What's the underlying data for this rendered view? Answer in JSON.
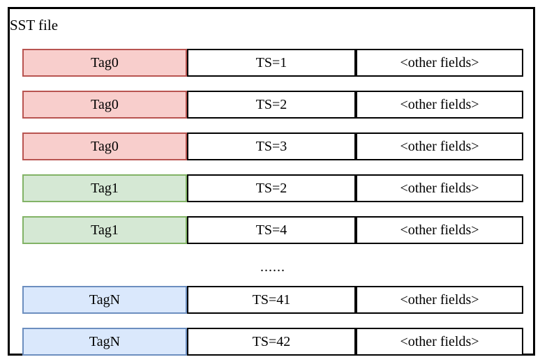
{
  "diagram": {
    "title": "SST file",
    "ellipsis": "......"
  },
  "palette": {
    "red": {
      "fill": "#f8cecc",
      "stroke": "#b85450"
    },
    "green": {
      "fill": "#d5e8d4",
      "stroke": "#82b366"
    },
    "blue": {
      "fill": "#dae8fc",
      "stroke": "#6c8ebf"
    }
  },
  "rows": [
    {
      "tag": "Tag0",
      "ts": "TS=1",
      "other": "<other fields>",
      "group": "red",
      "tag_style": "background-color:#f8cecc;border-color:#b85450"
    },
    {
      "tag": "Tag0",
      "ts": "TS=2",
      "other": "<other fields>",
      "group": "red",
      "tag_style": "background-color:#f8cecc;border-color:#b85450"
    },
    {
      "tag": "Tag0",
      "ts": "TS=3",
      "other": "<other fields>",
      "group": "red",
      "tag_style": "background-color:#f8cecc;border-color:#b85450"
    },
    {
      "tag": "Tag1",
      "ts": "TS=2",
      "other": "<other fields>",
      "group": "green",
      "tag_style": "background-color:#d5e8d4;border-color:#82b366"
    },
    {
      "tag": "Tag1",
      "ts": "TS=4",
      "other": "<other fields>",
      "group": "green",
      "tag_style": "background-color:#d5e8d4;border-color:#82b366"
    },
    {
      "tag": "TagN",
      "ts": "TS=41",
      "other": "<other fields>",
      "group": "blue",
      "tag_style": "background-color:#dae8fc;border-color:#6c8ebf"
    },
    {
      "tag": "TagN",
      "ts": "TS=42",
      "other": "<other fields>",
      "group": "blue",
      "tag_style": "background-color:#dae8fc;border-color:#6c8ebf"
    }
  ]
}
